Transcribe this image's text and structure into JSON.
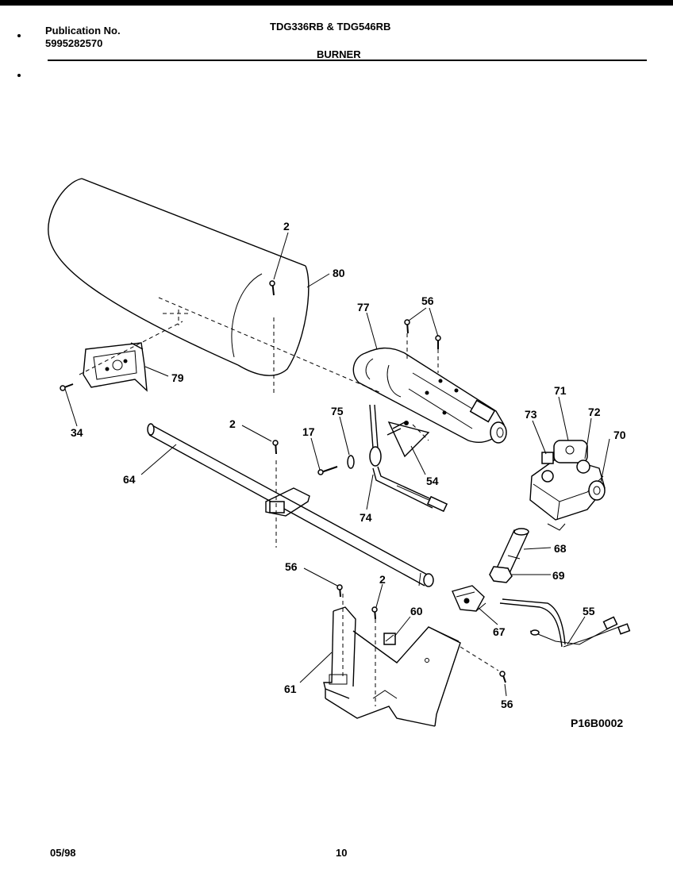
{
  "header": {
    "publication_label": "Publication No.",
    "publication_number": "5995282570",
    "model_numbers": "TDG336RB & TDG546RB",
    "section_title": "BURNER"
  },
  "diagram": {
    "figure_code": "P16B0002",
    "callouts": {
      "c2a": "2",
      "c80": "80",
      "c77": "77",
      "c56a": "56",
      "c79": "79",
      "c34": "34",
      "c71": "71",
      "c73": "73",
      "c72": "72",
      "c70": "70",
      "c75": "75",
      "c17": "17",
      "c2b": "2",
      "c54": "54",
      "c64": "64",
      "c74": "74",
      "c68": "68",
      "c69": "69",
      "c56b": "56",
      "c2c": "2",
      "c60": "60",
      "c55": "55",
      "c67": "67",
      "c61": "61",
      "c56c": "56"
    }
  },
  "footer": {
    "date": "05/98",
    "page_number": "10"
  }
}
